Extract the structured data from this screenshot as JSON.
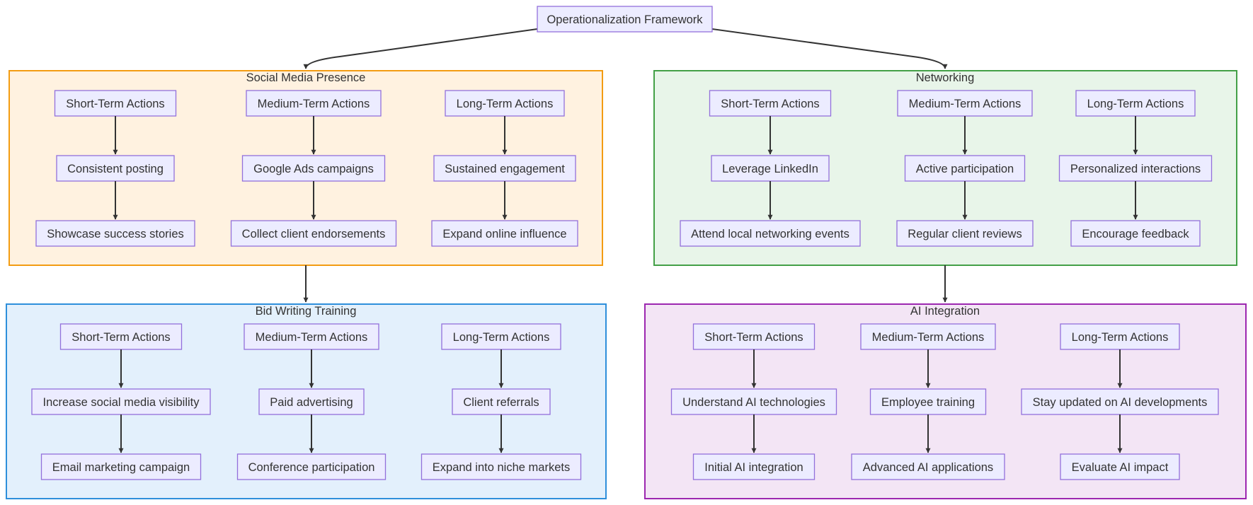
{
  "title": "Operationalization Framework",
  "colors": {
    "node_fill": "#ECECFF",
    "node_stroke": "#9370DB",
    "edge": "#333333",
    "text": "#333333"
  },
  "groups": [
    {
      "id": "social",
      "title": "Social Media Presence",
      "fill": "#FFF2E0",
      "stroke": "#F39C12",
      "columns": [
        {
          "header": "Short-Term Actions",
          "items": [
            "Consistent posting",
            "Showcase success stories"
          ]
        },
        {
          "header": "Medium-Term Actions",
          "items": [
            "Google Ads campaigns",
            "Collect client endorsements"
          ]
        },
        {
          "header": "Long-Term Actions",
          "items": [
            "Sustained engagement",
            "Expand online influence"
          ]
        }
      ]
    },
    {
      "id": "networking",
      "title": "Networking",
      "fill": "#E8F5E9",
      "stroke": "#43A047",
      "columns": [
        {
          "header": "Short-Term Actions",
          "items": [
            "Leverage LinkedIn",
            "Attend local networking events"
          ]
        },
        {
          "header": "Medium-Term Actions",
          "items": [
            "Active participation",
            "Regular client reviews"
          ]
        },
        {
          "header": "Long-Term Actions",
          "items": [
            "Personalized interactions",
            "Encourage feedback"
          ]
        }
      ]
    },
    {
      "id": "bid",
      "title": "Bid Writing Training",
      "fill": "#E3F0FC",
      "stroke": "#2E8FDB",
      "columns": [
        {
          "header": "Short-Term Actions",
          "items": [
            "Increase social media visibility",
            "Email marketing campaign"
          ]
        },
        {
          "header": "Medium-Term Actions",
          "items": [
            "Paid advertising",
            "Conference participation"
          ]
        },
        {
          "header": "Long-Term Actions",
          "items": [
            "Client referrals",
            "Expand into niche markets"
          ]
        }
      ]
    },
    {
      "id": "ai",
      "title": "AI Integration",
      "fill": "#F3E5F5",
      "stroke": "#9C27B0",
      "columns": [
        {
          "header": "Short-Term Actions",
          "items": [
            "Understand AI technologies",
            "Initial AI integration"
          ]
        },
        {
          "header": "Medium-Term Actions",
          "items": [
            "Employee training",
            "Advanced AI applications"
          ]
        },
        {
          "header": "Long-Term Actions",
          "items": [
            "Stay updated on AI developments",
            "Evaluate AI impact"
          ]
        }
      ]
    }
  ]
}
